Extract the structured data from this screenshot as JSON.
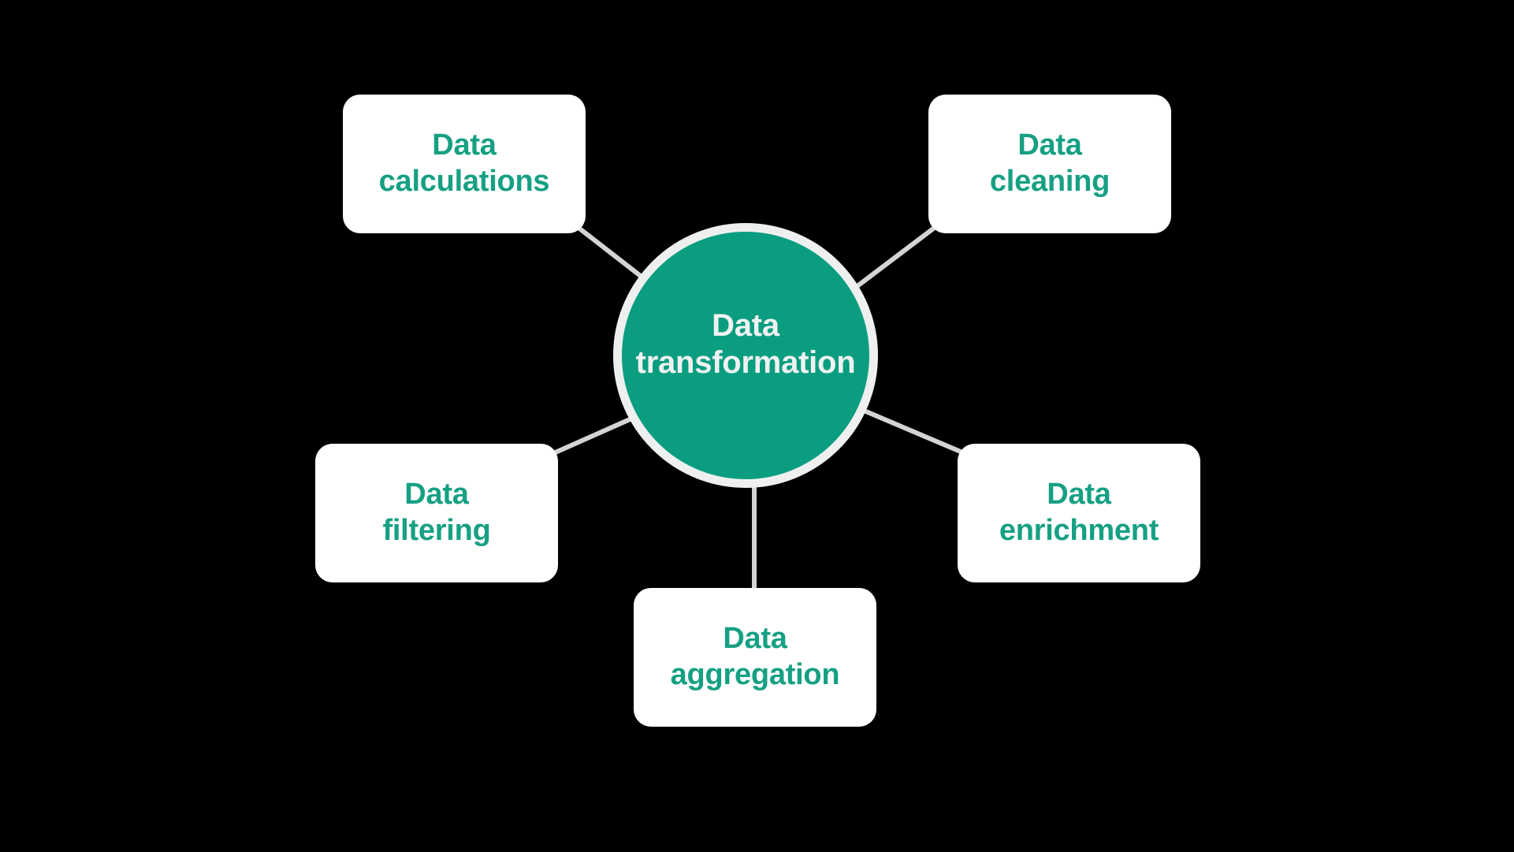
{
  "diagram": {
    "center": {
      "id": "data-transformation",
      "label": "Data\ntransformation"
    },
    "nodes": [
      {
        "id": "data-calculations",
        "label": "Data\ncalculations",
        "position": "top-left"
      },
      {
        "id": "data-cleaning",
        "label": "Data\ncleaning",
        "position": "top-right"
      },
      {
        "id": "data-filtering",
        "label": "Data\nfiltering",
        "position": "middle-left"
      },
      {
        "id": "data-enrichment",
        "label": "Data\nenrichment",
        "position": "middle-right"
      },
      {
        "id": "data-aggregation",
        "label": "Data\naggregation",
        "position": "bottom-center"
      }
    ]
  },
  "colors": {
    "background": "#000000",
    "node-fill": "#ffffff",
    "node-text": "#16a083",
    "center-fill": "#0a9d80",
    "center-text": "#f0f2f2",
    "center-ring": "#eef0f0",
    "connector": "#d3d4d6"
  }
}
